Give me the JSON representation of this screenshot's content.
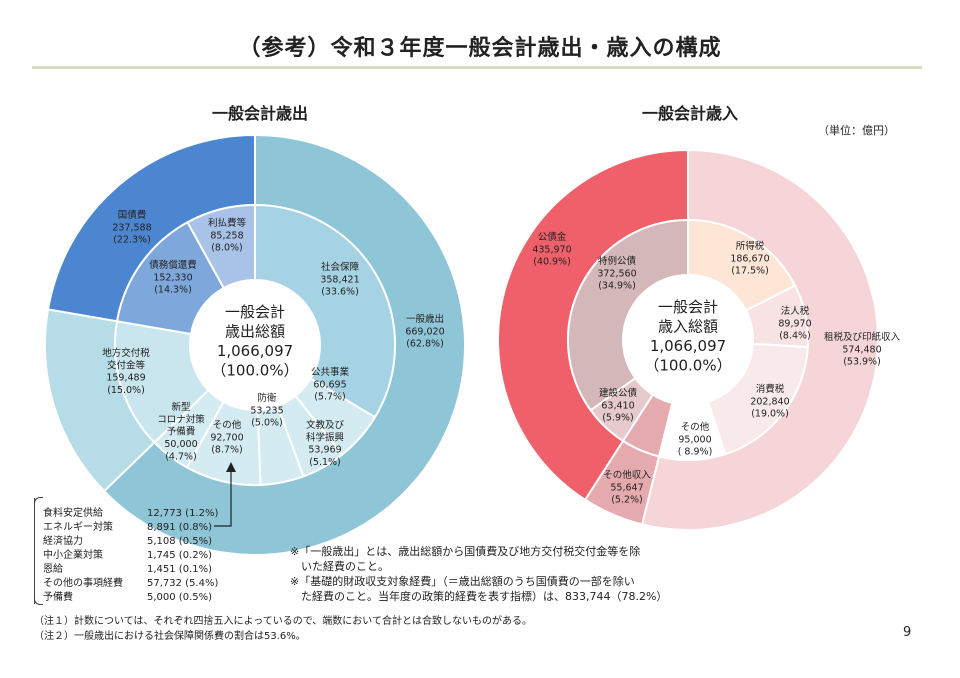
{
  "page": {
    "title": "（参考）令和３年度一般会計歳出・歳入の構成",
    "unit": "（単位：億円）",
    "page_number": "9"
  },
  "colors": {
    "title_rule": "#d7dcc0",
    "exp_outer_general": "#8ec5d7",
    "exp_outer_debt": "#4d86d0",
    "exp_outer_local": "#b6dce8",
    "exp_inner_social": "#a5d3e3",
    "exp_inner_light": "#d5ebf2",
    "exp_inner_debt_redeem": "#7ea7dc",
    "exp_inner_interest": "#a8c2e8",
    "exp_inner_local": "#c9e6ef",
    "rev_outer_bond": "#f0606a",
    "rev_outer_tax": "#f5d5d7",
    "rev_outer_other": "#e5aaae",
    "rev_inner_special": "#d4b7b9",
    "rev_inner_construction": "#e5c9cb",
    "rev_inner_income": "#fde6d5",
    "rev_inner_corp": "#f8e3e4",
    "rev_inner_consumption": "#f8eaeb",
    "rev_inner_other": "#ffffff"
  },
  "chart_data": [
    {
      "type": "pie",
      "title": "一般会計歳出",
      "center_label": [
        "一般会計",
        "歳出総額",
        "1,066,097",
        "（100.0%）"
      ],
      "outer": [
        {
          "name": "一般歳出",
          "value": 669020,
          "percent": "62.8%",
          "value_label": "669,020",
          "percent_label": "(62.8%)"
        },
        {
          "name": "地方交付税交付金等",
          "value": 159489,
          "percent": "15.0%",
          "value_label": "159,489",
          "percent_label": "(15.0%)"
        },
        {
          "name": "国債費",
          "value": 237588,
          "percent": "22.3%",
          "value_label": "237,588",
          "percent_label": "(22.3%)"
        }
      ],
      "inner": [
        {
          "name": "社会保障",
          "value": 358421,
          "percent": "33.6%",
          "value_label": "358,421",
          "percent_label": "(33.6%)"
        },
        {
          "name": "公共事業",
          "value": 60695,
          "percent": "5.7%",
          "value_label": "60,695",
          "percent_label": "(5.7%)"
        },
        {
          "name": "文教及び科学振興",
          "value": 53969,
          "percent": "5.1%",
          "value_label": "53,969",
          "percent_label": "(5.1%)"
        },
        {
          "name": "防衛",
          "value": 53235,
          "percent": "5.0%",
          "value_label": "53,235",
          "percent_label": "(5.0%)"
        },
        {
          "name": "その他",
          "value": 92700,
          "percent": "8.7%",
          "value_label": "92,700",
          "percent_label": "(8.7%)"
        },
        {
          "name": "新型コロナ対策予備費",
          "value": 50000,
          "percent": "4.7%",
          "value_label": "50,000",
          "percent_label": "(4.7%)"
        },
        {
          "name": "地方交付税交付金等",
          "value": 159489,
          "percent": "15.0%"
        },
        {
          "name": "債務償還費",
          "value": 152330,
          "percent": "14.3%",
          "value_label": "152,330",
          "percent_label": "(14.3%)"
        },
        {
          "name": "利払費等",
          "value": 85258,
          "percent": "8.0%",
          "value_label": "85,258",
          "percent_label": "(8.0%)"
        }
      ]
    },
    {
      "type": "pie",
      "title": "一般会計歳入",
      "center_label": [
        "一般会計",
        "歳入総額",
        "1,066,097",
        "（100.0%）"
      ],
      "outer": [
        {
          "name": "租税及び印紙収入",
          "value": 574480,
          "percent": "53.9%",
          "value_label": "574,480",
          "percent_label": "(53.9%)"
        },
        {
          "name": "その他収入",
          "value": 55647,
          "percent": "5.2%",
          "value_label": "55,647",
          "percent_label": "(5.2%)"
        },
        {
          "name": "公債金",
          "value": 435970,
          "percent": "40.9%",
          "value_label": "435,970",
          "percent_label": "(40.9%)"
        }
      ],
      "inner": [
        {
          "name": "所得税",
          "value": 186670,
          "percent": "17.5%",
          "value_label": "186,670",
          "percent_label": "(17.5%)"
        },
        {
          "name": "法人税",
          "value": 89970,
          "percent": "8.4%",
          "value_label": "89,970",
          "percent_label": "(8.4%)"
        },
        {
          "name": "消費税",
          "value": 202840,
          "percent": "19.0%",
          "value_label": "202,840",
          "percent_label": "(19.0%)"
        },
        {
          "name": "その他",
          "value": 95000,
          "percent": "8.9%",
          "value_label": "95,000",
          "percent_label": "( 8.9%)"
        },
        {
          "name": "その他収入",
          "value": 55647,
          "percent": "5.2%"
        },
        {
          "name": "建設公債",
          "value": 63410,
          "percent": "5.9%",
          "value_label": "63,410",
          "percent_label": "(5.9%)"
        },
        {
          "name": "特例公債",
          "value": 372560,
          "percent": "34.9%",
          "value_label": "372,560",
          "percent_label": "(34.9%)"
        }
      ]
    }
  ],
  "breakdown": [
    {
      "name": "食料安定供給",
      "value": "12,773 (1.2%)"
    },
    {
      "name": "エネルギー対策",
      "value": "8,891 (0.8%)"
    },
    {
      "name": "経済協力",
      "value": "5,108 (0.5%)"
    },
    {
      "name": "中小企業対策",
      "value": "1,745 (0.2%)"
    },
    {
      "name": "恩給",
      "value": "1,451 (0.1%)"
    },
    {
      "name": "その他の事項経費",
      "value": "57,732 (5.4%)"
    },
    {
      "name": "予備費",
      "value": "5,000 (0.5%)"
    }
  ],
  "notes_right": [
    "※「一般歳出」とは、歳出総額から国債費及び地方交付税交付金等を除",
    "　いた経費のこと。",
    "※「基礎的財政収支対象経費」（＝歳出総額のうち国債費の一部を除い",
    "　た経費のこと。当年度の政策的経費を表す指標）は、833,744（78.2%）"
  ],
  "notes_bottom": [
    "（注１）計数については、それぞれ四捨五入によっているので、端数において合計とは合致しないものがある。",
    "（注２）一般歳出における社会保障関係費の割合は53.6%。"
  ]
}
